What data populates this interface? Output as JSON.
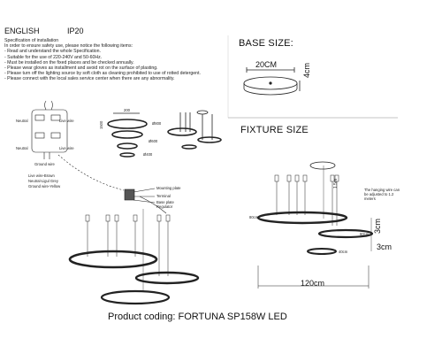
{
  "header": {
    "language": "ENGLISH",
    "ip_rating": "IP20"
  },
  "spec": {
    "title": "Specification of installation",
    "intro": "In order to ensure safety use, please notice the following items:",
    "items": [
      "- Read and understand the whole Specification.",
      "- Suitable for the use of 220-240V and 50-60Hz.",
      "- Must be installed on the fixed places and be checked annually.",
      "- Please wear gloves as installment and avoid rot on the surface of plasting.",
      "- Please turn off the lighting source by soft cloth as cleaning prohibited to use of rotted detergent.",
      "- Please connect with the local sales service center when there are any abnormality."
    ]
  },
  "base": {
    "title": "BASE SIZE:",
    "width": "20CM",
    "height": "4cm"
  },
  "fixture": {
    "title": "FIXTURE SIZE",
    "drop": "1.5m",
    "drop_note": "The hanging wire can be adjusted to 1.2 meters",
    "ring_large": "80cm",
    "ring_medium": "60cm",
    "ring_small": "40cm",
    "gap_upper": "3cm",
    "gap_lower": "3cm",
    "total_width": "120cm"
  },
  "wiring": {
    "neutral_left": "Neutral",
    "live_right": "Live wire",
    "neutral_left2": "Neutral",
    "live_right2": "Live wire",
    "ground": "Ground wire",
    "colors": [
      "Live wire-Brown",
      "Neutral-Ligul Grey",
      "Ground wire-Yellow"
    ]
  },
  "parts": {
    "mounting_plate": "Mounting plate",
    "terminal": "Terminal",
    "base_plate": "Base plate",
    "regulator": "Regulator"
  },
  "mini": {
    "d1": "200",
    "d2": "1500",
    "r1": "Ø800",
    "r2": "Ø600",
    "r3": "Ø400"
  },
  "footer": {
    "coding": "Product coding: FORTUNA SP158W LED"
  }
}
